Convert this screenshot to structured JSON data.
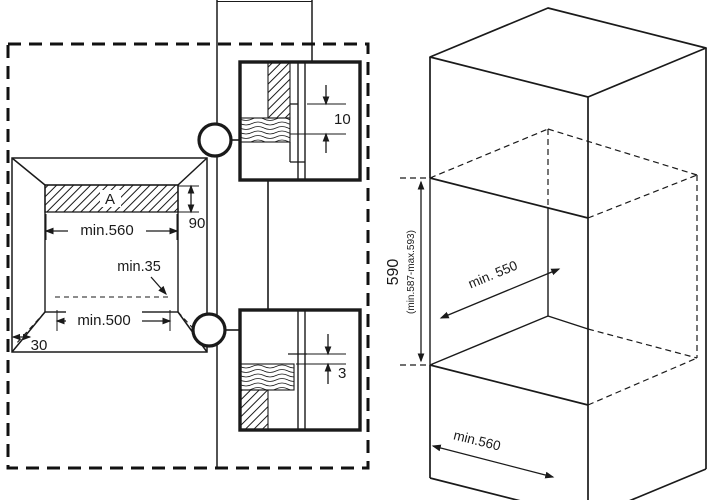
{
  "colors": {
    "ink": "#1a1a1a",
    "paper": "#ffffff"
  },
  "niche_view": {
    "panel_label": "A",
    "top_width": "min.560",
    "panel_height": "90",
    "rear_clearance": "min.35",
    "bottom_width": "min.500",
    "side_clearance": "30"
  },
  "detail_top": {
    "gap": "10"
  },
  "detail_bottom": {
    "gap": "3"
  },
  "cabinet_view": {
    "niche_height": "590",
    "niche_height_range": "(min.587-max.593)",
    "depth": "min. 550",
    "width": "min.560"
  }
}
